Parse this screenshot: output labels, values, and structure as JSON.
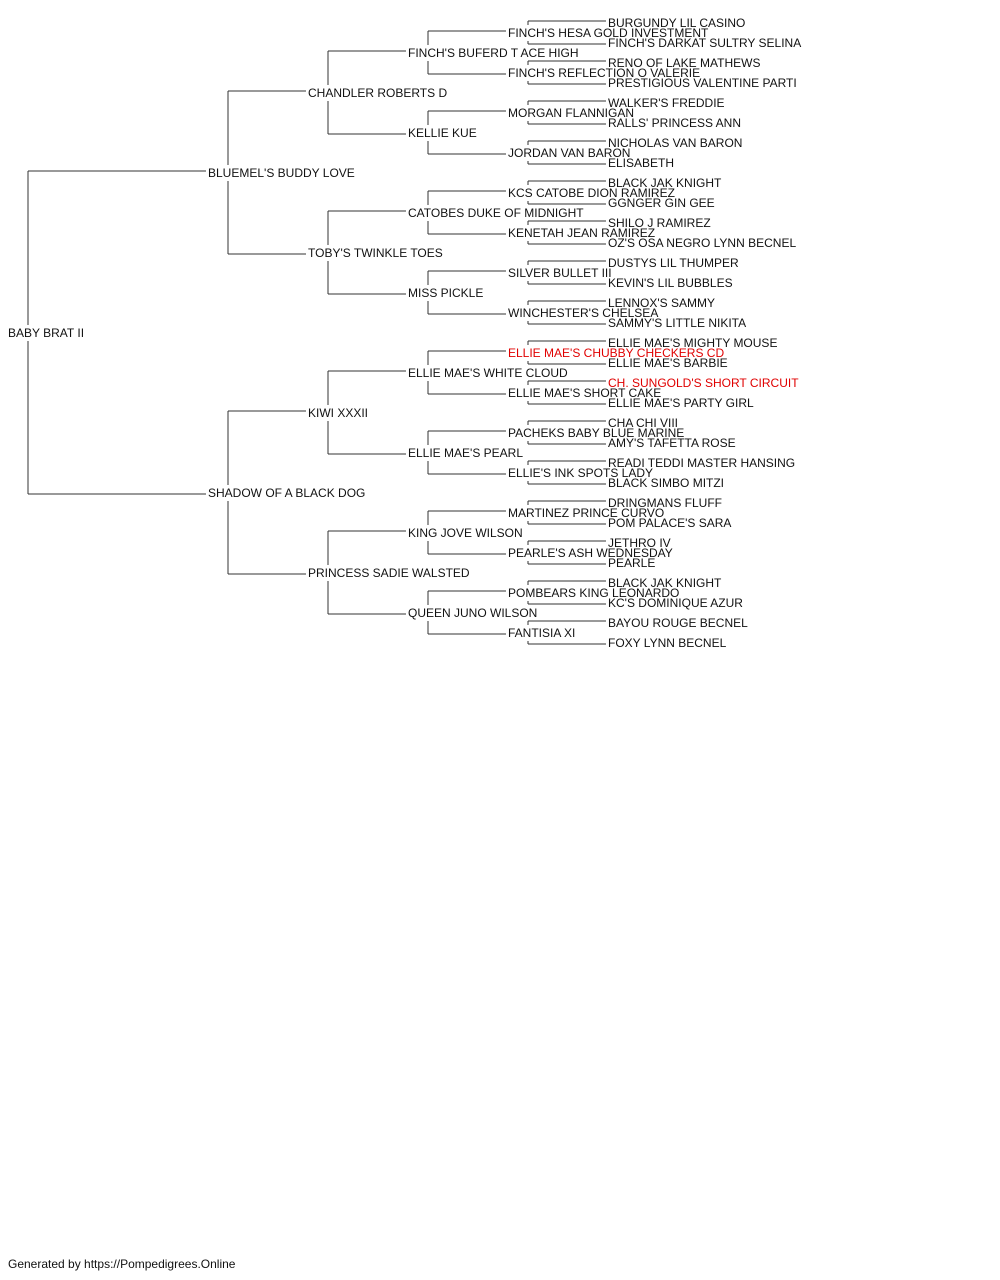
{
  "pedigree": {
    "name": "BABY BRAT II",
    "sire": {
      "name": "BLUEMEL'S BUDDY LOVE",
      "sire": {
        "name": "CHANDLER ROBERTS D",
        "sire": {
          "name": "FINCH'S BUFERD T ACE HIGH",
          "sire": {
            "name": "FINCH'S HESA GOLD INVESTMENT",
            "sire": {
              "name": "BURGUNDY LIL CASINO"
            },
            "dam": {
              "name": "FINCH'S DARKAT SULTRY SELINA"
            }
          },
          "dam": {
            "name": "FINCH'S REFLECTION O VALERIE",
            "sire": {
              "name": "RENO OF LAKE MATHEWS"
            },
            "dam": {
              "name": "PRESTIGIOUS VALENTINE PARTI"
            }
          }
        },
        "dam": {
          "name": "KELLIE KUE",
          "sire": {
            "name": "MORGAN FLANNIGAN",
            "sire": {
              "name": "WALKER'S FREDDIE"
            },
            "dam": {
              "name": "RALLS' PRINCESS ANN"
            }
          },
          "dam": {
            "name": "JORDAN VAN BARON",
            "sire": {
              "name": "NICHOLAS VAN BARON"
            },
            "dam": {
              "name": "ELISABETH"
            }
          }
        }
      },
      "dam": {
        "name": "TOBY'S TWINKLE TOES",
        "sire": {
          "name": "CATOBES DUKE OF MIDNIGHT",
          "sire": {
            "name": "KCS CATOBE DION RAMIREZ",
            "sire": {
              "name": "BLACK JAK KNIGHT"
            },
            "dam": {
              "name": "GGNGER GIN GEE"
            }
          },
          "dam": {
            "name": "KENETAH JEAN RAMIREZ",
            "sire": {
              "name": "SHILO J RAMIREZ"
            },
            "dam": {
              "name": "OZ'S OSA NEGRO LYNN BECNEL"
            }
          }
        },
        "dam": {
          "name": "MISS PICKLE",
          "sire": {
            "name": "SILVER BULLET III",
            "sire": {
              "name": "DUSTYS LIL THUMPER"
            },
            "dam": {
              "name": "KEVIN'S LIL BUBBLES"
            }
          },
          "dam": {
            "name": "WINCHESTER'S CHELSEA",
            "sire": {
              "name": "LENNOX'S SAMMY"
            },
            "dam": {
              "name": "SAMMY'S LITTLE NIKITA"
            }
          }
        }
      }
    },
    "dam": {
      "name": "SHADOW OF A BLACK DOG",
      "sire": {
        "name": "KIWI XXXII",
        "sire": {
          "name": "ELLIE MAE'S WHITE CLOUD",
          "sire": {
            "name": "ELLIE MAE'S CHUBBY CHECKERS CD",
            "highlight": true,
            "sire": {
              "name": "ELLIE MAE'S MIGHTY MOUSE"
            },
            "dam": {
              "name": "ELLIE MAE'S BARBIE"
            }
          },
          "dam": {
            "name": "ELLIE MAE'S SHORT CAKE",
            "sire": {
              "name": "CH. SUNGOLD'S SHORT CIRCUIT",
              "highlight": true
            },
            "dam": {
              "name": "ELLIE MAE'S PARTY GIRL"
            }
          }
        },
        "dam": {
          "name": "ELLIE MAE'S PEARL",
          "sire": {
            "name": "PACHEKS BABY BLUE MARINE",
            "sire": {
              "name": "CHA CHI VIII"
            },
            "dam": {
              "name": "AMY'S TAFETTA ROSE"
            }
          },
          "dam": {
            "name": "ELLIE'S INK SPOTS LADY",
            "sire": {
              "name": "READI TEDDI MASTER HANSING"
            },
            "dam": {
              "name": "BLACK SIMBO MITZI"
            }
          }
        }
      },
      "dam": {
        "name": "PRINCESS SADIE WALSTED",
        "sire": {
          "name": "KING JOVE WILSON",
          "sire": {
            "name": "MARTINEZ PRINCE CURVO",
            "sire": {
              "name": "DRINGMANS FLUFF"
            },
            "dam": {
              "name": "POM PALACE'S SARA"
            }
          },
          "dam": {
            "name": "PEARLE'S ASH WEDNESDAY",
            "sire": {
              "name": "JETHRO IV"
            },
            "dam": {
              "name": "PEARLE"
            }
          }
        },
        "dam": {
          "name": "QUEEN JUNO WILSON",
          "sire": {
            "name": "POMBEARS KING LEONARDO",
            "sire": {
              "name": "BLACK JAK KNIGHT"
            },
            "dam": {
              "name": "KC'S DOMINIQUE AZUR"
            }
          },
          "dam": {
            "name": "FANTISIA XI",
            "sire": {
              "name": "BAYOU ROUGE BECNEL"
            },
            "dam": {
              "name": "FOXY LYNN BECNEL"
            }
          }
        }
      }
    }
  },
  "colors": {
    "text": "#111111",
    "highlight": "#e00000",
    "line": "#333333"
  },
  "footer": "Generated by https://Pompedigrees.Online"
}
